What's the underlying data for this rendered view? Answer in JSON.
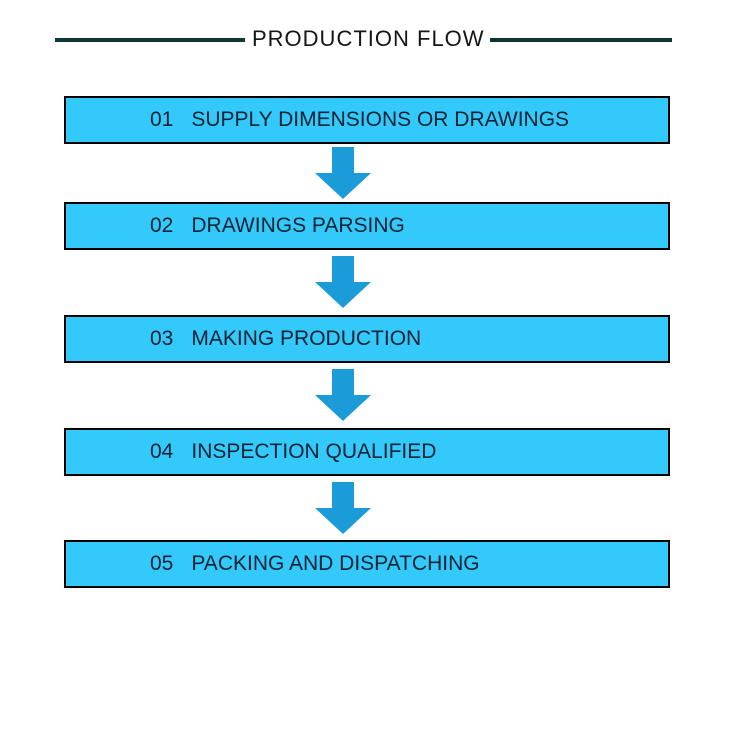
{
  "page": {
    "background_color": "#ffffff"
  },
  "header": {
    "title": "PRODUCTION FLOW",
    "title_color": "#151515",
    "rule_color": "#0a3731"
  },
  "flow": {
    "box_fill_color": "#33c9fb",
    "box_border_color": "#000000",
    "box_text_color": "#0d2334",
    "arrow_color": "#1b9cd9",
    "arrow_icon": "down-arrow",
    "steps": [
      {
        "num": "01",
        "label": "SUPPLY DIMENSIONS OR DRAWINGS"
      },
      {
        "num": "02",
        "label": "DRAWINGS PARSING"
      },
      {
        "num": "03",
        "label": "MAKING PRODUCTION"
      },
      {
        "num": "04",
        "label": "INSPECTION QUALIFIED"
      },
      {
        "num": "05",
        "label": "PACKING AND DISPATCHING"
      }
    ]
  }
}
